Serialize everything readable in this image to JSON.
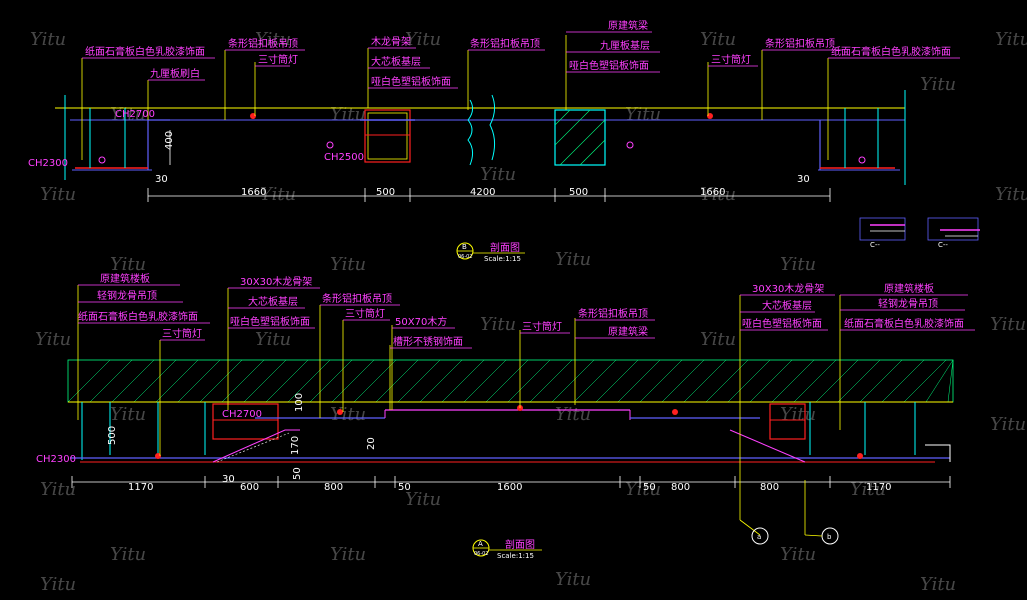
{
  "section_b": {
    "labels": [
      "纸面石膏板白色乳胶漆饰面",
      "九厘板刷白",
      "条形铝扣板吊顶",
      "三寸筒灯",
      "木龙骨架",
      "大芯板基层",
      "哑白色塑铝板饰面",
      "条形铝扣板吊顶",
      "原建筑梁",
      "九厘板基层",
      "哑白色塑铝板饰面",
      "三寸筒灯",
      "条形铝扣板吊顶",
      "纸面石膏板白色乳胶漆饰面"
    ],
    "heights": [
      "CH2700",
      "CH2300",
      "CH2500"
    ],
    "small_dims": [
      "400",
      "30",
      "30"
    ],
    "dims": [
      "1660",
      "500",
      "4200",
      "500",
      "1660"
    ],
    "title": "剖面图",
    "marker": "B",
    "marker_sub": "06-02",
    "scale": "Scale:1:15"
  },
  "section_a": {
    "labels": [
      "原建筑楼板",
      "轻钢龙骨吊顶",
      "纸面石膏板白色乳胶漆饰面",
      "三寸筒灯",
      "30X30木龙骨架",
      "大芯板基层",
      "哑白色塑铝板饰面",
      "条形铝扣板吊顶",
      "三寸筒灯",
      "50X70木方",
      "槽形不锈钢饰面",
      "三寸筒灯",
      "条形铝扣板吊顶",
      "原建筑梁",
      "30X30木龙骨架",
      "大芯板基层",
      "哑白色塑铝板饰面",
      "原建筑楼板",
      "轻钢龙骨吊顶",
      "纸面石膏板白色乳胶漆饰面"
    ],
    "heights": [
      "CH2700",
      "CH2300"
    ],
    "small_dims": [
      "500",
      "100",
      "170",
      "20",
      "50",
      "30",
      "50",
      "50"
    ],
    "dims": [
      "1170",
      "600",
      "800",
      "1600",
      "800",
      "800",
      "1170"
    ],
    "title": "剖面图",
    "marker": "A",
    "marker_sub": "06-02",
    "scale": "Scale:1:15",
    "detail_marks": [
      "a",
      "b"
    ]
  },
  "detail_labels": [
    "C--",
    "C--"
  ],
  "watermark": "Yitu",
  "colors": {
    "background": "#000000",
    "label": "#ff40ff",
    "leader": "#ffff00",
    "dimension": "#ffffff",
    "structure": "#00ffff",
    "steel": "#ff2020",
    "ceiling": "#6060ff",
    "hatch": "#00ff80"
  }
}
